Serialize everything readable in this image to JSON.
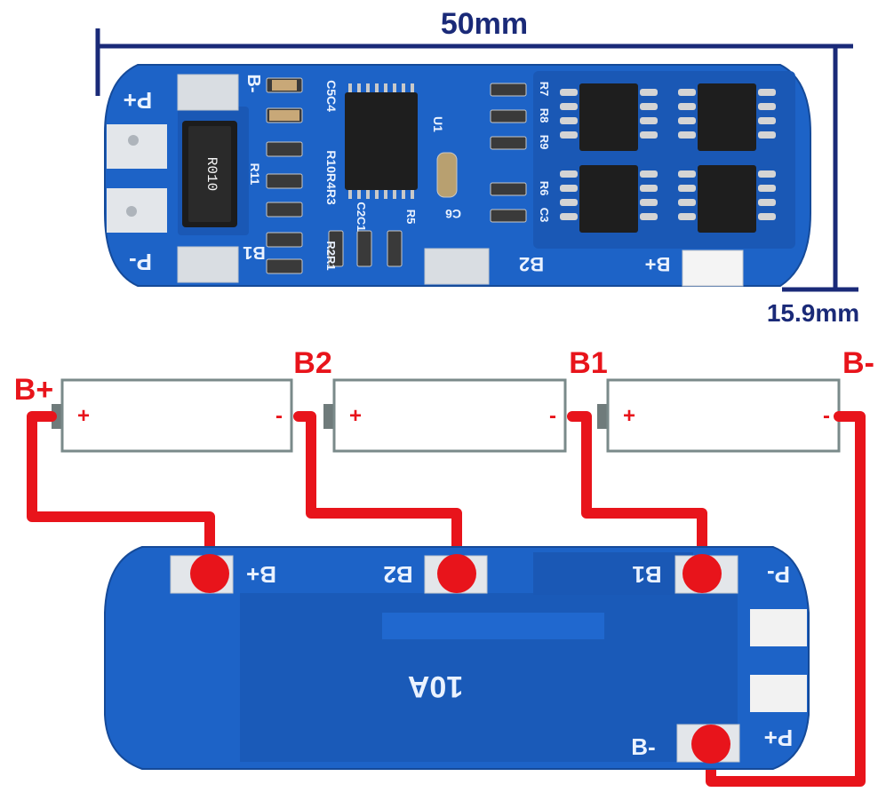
{
  "dimensions": {
    "length": "50mm",
    "width": "15.9mm"
  },
  "top_board": {
    "pad_labels": {
      "p_plus": "P+",
      "p_minus": "P-",
      "b_minus": "B-",
      "b1": "B1",
      "b2": "B2",
      "b_plus": "B+"
    },
    "resistor_marking": "R010",
    "silk_labels": {
      "r11": "R11",
      "u1": "U1",
      "c6": "C6",
      "c5c4": "C5C4",
      "r10r4r3": "R10R4R3",
      "c2c1": "C2C1",
      "r2r1": "R2R1",
      "r5": "R5",
      "r7": "R7",
      "r8": "R8",
      "r9": "R9",
      "r6": "R6",
      "c3": "C3"
    }
  },
  "wiring": {
    "terminal_labels": {
      "b_plus": "B+",
      "b2": "B2",
      "b1": "B1",
      "b_minus": "B-"
    },
    "cell_signs": {
      "positive": "+",
      "negative": "-"
    }
  },
  "bottom_board": {
    "pad_labels": {
      "b_plus": "B+",
      "b2": "B2",
      "b1": "B1",
      "p_minus": "P-",
      "b_minus": "B-",
      "p_plus": "P+"
    },
    "rating_text": "10A"
  },
  "colors": {
    "pcb_blue": "#1d63c7",
    "dimension_navy": "#1a2a78",
    "wire_red": "#e8141b",
    "cell_outline": "#7a8a8a"
  }
}
